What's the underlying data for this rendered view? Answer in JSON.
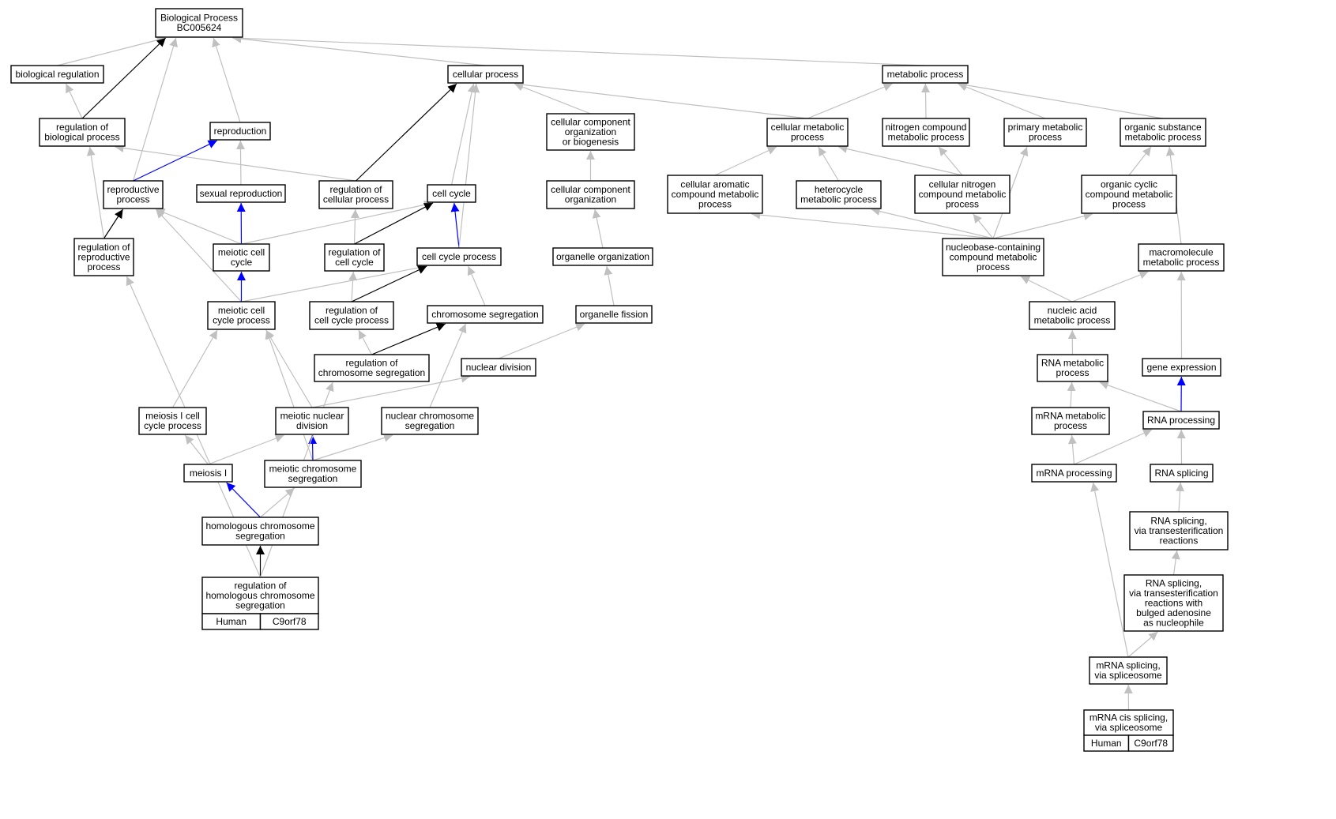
{
  "colors": {
    "is_a": "#c0c0c0",
    "regulates": "#000000",
    "part_of": "#0000ff",
    "annotation": "#ff6347"
  },
  "nodes": [
    {
      "id": "bp",
      "label": "Biological Process\nBC005624"
    },
    {
      "id": "breg",
      "label": "biological regulation"
    },
    {
      "id": "cp",
      "label": "cellular process"
    },
    {
      "id": "mp",
      "label": "metabolic process"
    },
    {
      "id": "rbp",
      "label": "regulation of\nbiological process"
    },
    {
      "id": "repro",
      "label": "reproduction"
    },
    {
      "id": "ccob",
      "label": "cellular component\norganization\nor biogenesis"
    },
    {
      "id": "cmp",
      "label": "cellular metabolic\nprocess"
    },
    {
      "id": "ncmp",
      "label": "nitrogen compound\nmetabolic process"
    },
    {
      "id": "pmp",
      "label": "primary metabolic\nprocess"
    },
    {
      "id": "osmp",
      "label": "organic substance\nmetabolic process"
    },
    {
      "id": "rp",
      "label": "reproductive\nprocess"
    },
    {
      "id": "sr",
      "label": "sexual reproduction"
    },
    {
      "id": "rcp",
      "label": "regulation of\ncellular process"
    },
    {
      "id": "cc",
      "label": "cell cycle"
    },
    {
      "id": "cco",
      "label": "cellular component\norganization"
    },
    {
      "id": "cacmp",
      "label": "cellular aromatic\ncompound metabolic\nprocess"
    },
    {
      "id": "hmp",
      "label": "heterocycle\nmetabolic process"
    },
    {
      "id": "cncmp",
      "label": "cellular nitrogen\ncompound metabolic\nprocess"
    },
    {
      "id": "occmp",
      "label": "organic cyclic\ncompound metabolic\nprocess"
    },
    {
      "id": "rrp",
      "label": "regulation of\nreproductive\nprocess"
    },
    {
      "id": "mcc",
      "label": "meiotic cell\ncycle"
    },
    {
      "id": "rcc",
      "label": "regulation of\ncell cycle"
    },
    {
      "id": "ccp",
      "label": "cell cycle process"
    },
    {
      "id": "oo",
      "label": "organelle organization"
    },
    {
      "id": "nbccmp",
      "label": "nucleobase-containing\ncompound metabolic\nprocess"
    },
    {
      "id": "mmp",
      "label": "macromolecule\nmetabolic process"
    },
    {
      "id": "mccp",
      "label": "meiotic cell\ncycle process"
    },
    {
      "id": "rccp",
      "label": "regulation of\ncell cycle process"
    },
    {
      "id": "cs",
      "label": "chromosome segregation"
    },
    {
      "id": "of",
      "label": "organelle fission"
    },
    {
      "id": "namp",
      "label": "nucleic acid\nmetabolic process"
    },
    {
      "id": "rcs",
      "label": "regulation of\nchromosome segregation"
    },
    {
      "id": "nd",
      "label": "nuclear division"
    },
    {
      "id": "rnamp",
      "label": "RNA metabolic\nprocess"
    },
    {
      "id": "ge",
      "label": "gene expression"
    },
    {
      "id": "micp",
      "label": "meiosis I cell\ncycle process"
    },
    {
      "id": "mnd",
      "label": "meiotic nuclear\ndivision"
    },
    {
      "id": "ncs",
      "label": "nuclear chromosome\nsegregation"
    },
    {
      "id": "mrnamp",
      "label": "mRNA metabolic\nprocess"
    },
    {
      "id": "rnap",
      "label": "RNA processing"
    },
    {
      "id": "mI",
      "label": "meiosis I"
    },
    {
      "id": "mchs",
      "label": "meiotic chromosome\nsegregation"
    },
    {
      "id": "mrnap",
      "label": "mRNA processing"
    },
    {
      "id": "rnas",
      "label": "RNA splicing"
    },
    {
      "id": "hcs",
      "label": "homologous chromosome\nsegregation"
    },
    {
      "id": "rnast",
      "label": "RNA splicing,\nvia transesterification\nreactions"
    },
    {
      "id": "rhcs",
      "label": "regulation of\nhomologous chromosome\nsegregation",
      "annotation": [
        "Human",
        "C9orf78"
      ]
    },
    {
      "id": "rnastb",
      "label": "RNA splicing,\nvia transesterification\nreactions with\nbulged adenosine\nas nucleophile"
    },
    {
      "id": "mrnass",
      "label": "mRNA splicing,\nvia spliceosome"
    },
    {
      "id": "mcis",
      "label": "mRNA cis splicing,\nvia spliceosome",
      "annotation": [
        "Human",
        "C9orf78"
      ]
    }
  ],
  "edges": [
    [
      "breg",
      "bp",
      "is_a"
    ],
    [
      "rbp",
      "breg",
      "is_a"
    ],
    [
      "rbp",
      "bp",
      "regulates"
    ],
    [
      "rp",
      "bp",
      "is_a"
    ],
    [
      "repro",
      "bp",
      "is_a"
    ],
    [
      "cp",
      "bp",
      "is_a"
    ],
    [
      "mp",
      "bp",
      "is_a"
    ],
    [
      "rcp",
      "rbp",
      "is_a"
    ],
    [
      "rp",
      "repro",
      "part_of"
    ],
    [
      "sr",
      "repro",
      "is_a"
    ],
    [
      "mcc",
      "sr",
      "part_of"
    ],
    [
      "mcc",
      "rp",
      "is_a"
    ],
    [
      "mcc",
      "cc",
      "is_a"
    ],
    [
      "rrp",
      "rp",
      "regulates"
    ],
    [
      "rrp",
      "rbp",
      "is_a"
    ],
    [
      "mccp",
      "rp",
      "is_a"
    ],
    [
      "mccp",
      "mcc",
      "part_of"
    ],
    [
      "mccp",
      "ccp",
      "is_a"
    ],
    [
      "rcp",
      "cp",
      "regulates"
    ],
    [
      "rcc",
      "rcp",
      "is_a"
    ],
    [
      "rcc",
      "cc",
      "regulates"
    ],
    [
      "cc",
      "cp",
      "is_a"
    ],
    [
      "ccp",
      "cc",
      "part_of"
    ],
    [
      "ccp",
      "cp",
      "is_a"
    ],
    [
      "ccob",
      "cp",
      "is_a"
    ],
    [
      "cmp",
      "cp",
      "is_a"
    ],
    [
      "cco",
      "ccob",
      "is_a"
    ],
    [
      "oo",
      "cco",
      "is_a"
    ],
    [
      "of",
      "oo",
      "is_a"
    ],
    [
      "nd",
      "of",
      "is_a"
    ],
    [
      "rccp",
      "rcc",
      "is_a"
    ],
    [
      "rccp",
      "ccp",
      "regulates"
    ],
    [
      "cs",
      "ccp",
      "is_a"
    ],
    [
      "rcs",
      "rccp",
      "is_a"
    ],
    [
      "rcs",
      "cs",
      "regulates"
    ],
    [
      "micp",
      "mccp",
      "is_a"
    ],
    [
      "mnd",
      "mccp",
      "is_a"
    ],
    [
      "mnd",
      "nd",
      "is_a"
    ],
    [
      "mchs",
      "mccp",
      "is_a"
    ],
    [
      "mchs",
      "mnd",
      "part_of"
    ],
    [
      "mchs",
      "ncs",
      "is_a"
    ],
    [
      "ncs",
      "cs",
      "is_a"
    ],
    [
      "mI",
      "micp",
      "is_a"
    ],
    [
      "mI",
      "mnd",
      "is_a"
    ],
    [
      "hcs",
      "mI",
      "part_of"
    ],
    [
      "hcs",
      "mchs",
      "is_a"
    ],
    [
      "rhcs",
      "hcs",
      "regulates"
    ],
    [
      "rhcs",
      "rrp",
      "is_a"
    ],
    [
      "rhcs",
      "rcs",
      "is_a"
    ],
    [
      "cmp",
      "mp",
      "is_a"
    ],
    [
      "ncmp",
      "mp",
      "is_a"
    ],
    [
      "pmp",
      "mp",
      "is_a"
    ],
    [
      "osmp",
      "mp",
      "is_a"
    ],
    [
      "cacmp",
      "cmp",
      "is_a"
    ],
    [
      "hmp",
      "cmp",
      "is_a"
    ],
    [
      "cncmp",
      "cmp",
      "is_a"
    ],
    [
      "cncmp",
      "ncmp",
      "is_a"
    ],
    [
      "occmp",
      "osmp",
      "is_a"
    ],
    [
      "nbccmp",
      "cacmp",
      "is_a"
    ],
    [
      "nbccmp",
      "hmp",
      "is_a"
    ],
    [
      "nbccmp",
      "cncmp",
      "is_a"
    ],
    [
      "nbccmp",
      "occmp",
      "is_a"
    ],
    [
      "nbccmp",
      "pmp",
      "is_a"
    ],
    [
      "mmp",
      "osmp",
      "is_a"
    ],
    [
      "namp",
      "nbccmp",
      "is_a"
    ],
    [
      "namp",
      "mmp",
      "is_a"
    ],
    [
      "rnamp",
      "namp",
      "is_a"
    ],
    [
      "ge",
      "mmp",
      "is_a"
    ],
    [
      "rnap",
      "ge",
      "part_of"
    ],
    [
      "rnap",
      "rnamp",
      "is_a"
    ],
    [
      "mrnamp",
      "rnamp",
      "is_a"
    ],
    [
      "mrnap",
      "mrnamp",
      "is_a"
    ],
    [
      "mrnap",
      "rnap",
      "is_a"
    ],
    [
      "rnas",
      "rnap",
      "is_a"
    ],
    [
      "rnast",
      "rnas",
      "is_a"
    ],
    [
      "rnastb",
      "rnast",
      "is_a"
    ],
    [
      "mrnass",
      "rnastb",
      "is_a"
    ],
    [
      "mrnass",
      "mrnap",
      "is_a"
    ],
    [
      "mcis",
      "mrnass",
      "is_a"
    ]
  ]
}
